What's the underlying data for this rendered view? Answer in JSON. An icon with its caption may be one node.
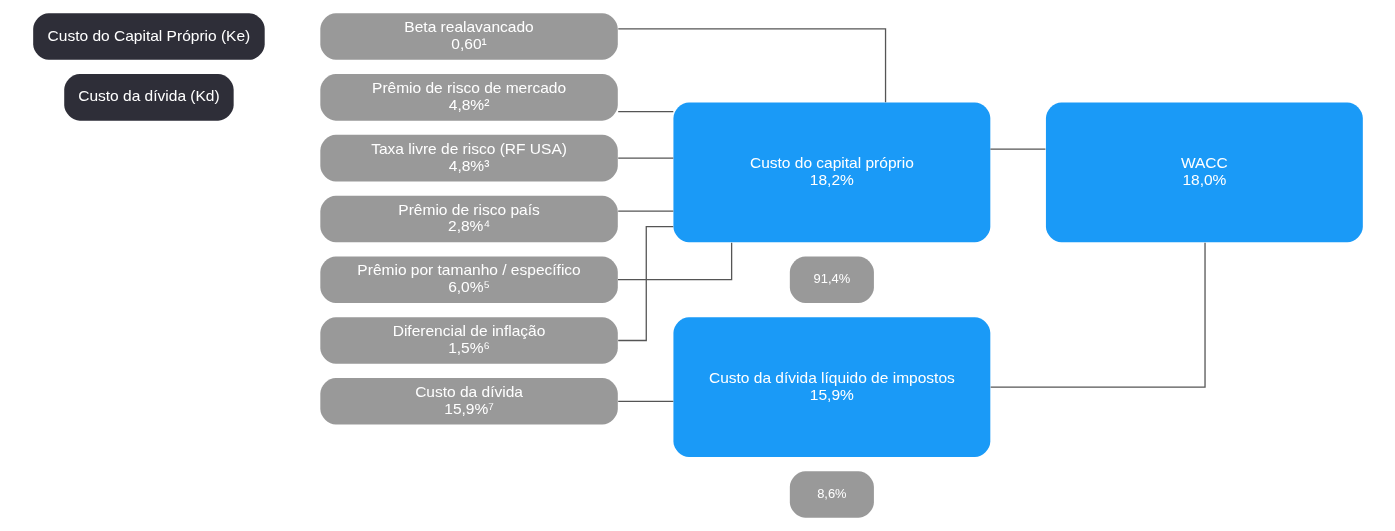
{
  "diagram": {
    "nodes": [
      {
        "text": [
          "Custo do Capital Próprio (Ke)"
        ]
      },
      {
        "text": [
          "Beta realavancado",
          "0,60¹"
        ]
      },
      {
        "text": [
          "Prêmio de risco de mercado",
          "4,8%²"
        ]
      },
      {
        "text": [
          "Taxa livre de risco (RF USA)",
          "4,8%³"
        ]
      },
      {
        "text": [
          "Prêmio de risco país",
          "2,8%⁴"
        ]
      },
      {
        "text": [
          "Prêmio por tamanho / específico",
          "6,0%⁵"
        ]
      },
      {
        "text": [
          "Diferencial de inflação",
          "1,5%⁶"
        ]
      },
      {
        "text": [
          "Custo do capital próprio",
          "18,2%"
        ]
      },
      {
        "text": [
          "91,4%"
        ]
      },
      {
        "text": [
          "Custo da dívida (Kd)"
        ]
      },
      {
        "text": [
          "Custo da dívida",
          "15,9%⁷"
        ]
      },
      {
        "text": [
          "Custo da dívida líquido de impostos",
          "15,9%"
        ]
      },
      {
        "text": [
          "8,6%"
        ]
      },
      {
        "text": [
          "WACC",
          "18,0%"
        ]
      }
    ],
    "edges": [
      {
        "from": 1,
        "to": 7,
        "arrow": "none"
      },
      {
        "from": 2,
        "to": 7,
        "arrow": "none"
      },
      {
        "from": 3,
        "to": 7,
        "arrow": "none"
      },
      {
        "from": 4,
        "to": 7,
        "arrow": "none"
      },
      {
        "from": 5,
        "to": 7,
        "arrow": "none"
      },
      {
        "from": 6,
        "to": 7,
        "arrow": "none"
      },
      {
        "from": 10,
        "to": 11,
        "arrow": "none"
      },
      {
        "from": 7,
        "to": 13,
        "arrow": "none"
      },
      {
        "from": 11,
        "to": 13,
        "arrow": "none"
      }
    ]
  }
}
